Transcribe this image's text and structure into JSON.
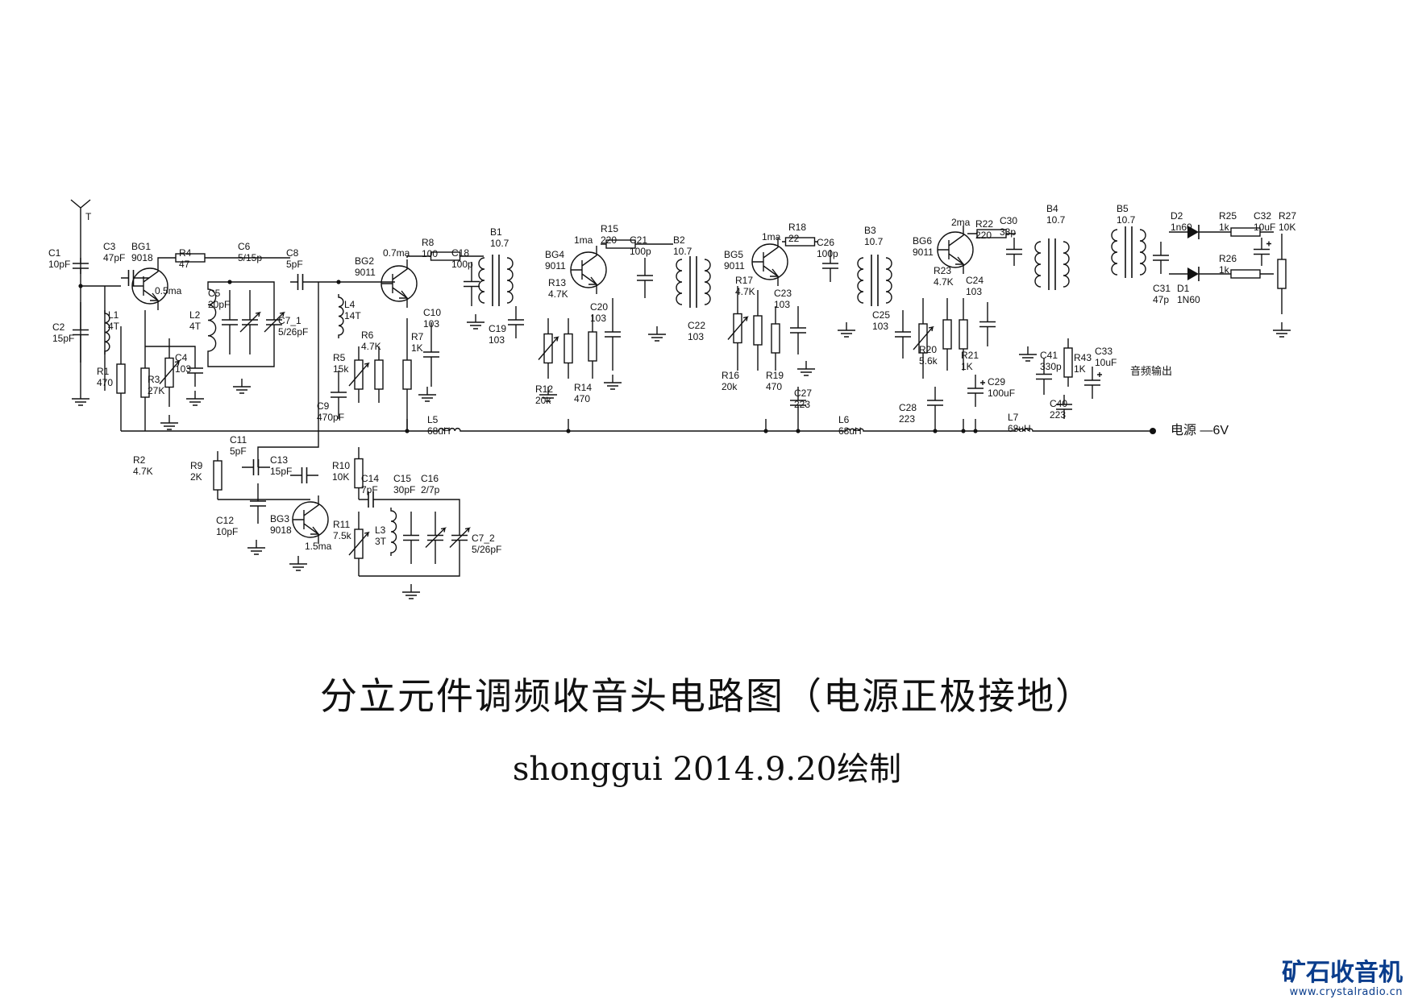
{
  "diagram": {
    "title": "分立元件调频收音头电路图（电源正极接地）",
    "subtitle": "shonggui 2014.9.20绘制",
    "antenna_label": "T",
    "power_label": "电源 —6V",
    "audio_out_label": "音频输出"
  },
  "components": [
    {
      "id": "C1",
      "value": "10pF"
    },
    {
      "id": "C2",
      "value": "15pF"
    },
    {
      "id": "C3",
      "value": "47pF"
    },
    {
      "id": "L1",
      "value": "4T"
    },
    {
      "id": "BG1",
      "value": "9018"
    },
    {
      "id": "BG1_I",
      "value": "0.5ma"
    },
    {
      "id": "R1",
      "value": "470"
    },
    {
      "id": "R2",
      "value": "4.7K"
    },
    {
      "id": "R3",
      "value": "27K"
    },
    {
      "id": "R4",
      "value": "47"
    },
    {
      "id": "C4",
      "value": "103"
    },
    {
      "id": "C5",
      "value": "20pF"
    },
    {
      "id": "L2",
      "value": "4T"
    },
    {
      "id": "C6",
      "value": "5/15p"
    },
    {
      "id": "C7_1",
      "value": "5/26pF"
    },
    {
      "id": "C8",
      "value": "5pF"
    },
    {
      "id": "BG2",
      "value": "9011"
    },
    {
      "id": "BG2_I",
      "value": "0.7ma"
    },
    {
      "id": "L4",
      "value": "14T"
    },
    {
      "id": "R5",
      "value": "15k"
    },
    {
      "id": "R6",
      "value": "4.7K"
    },
    {
      "id": "C9",
      "value": "470pF"
    },
    {
      "id": "R7",
      "value": "1K"
    },
    {
      "id": "C10",
      "value": "103"
    },
    {
      "id": "R8",
      "value": "100"
    },
    {
      "id": "C18",
      "value": "100p"
    },
    {
      "id": "B1",
      "value": "10.7"
    },
    {
      "id": "C19",
      "value": "103"
    },
    {
      "id": "R12",
      "value": "20k"
    },
    {
      "id": "BG4",
      "value": "9011"
    },
    {
      "id": "BG4_I",
      "value": "1ma"
    },
    {
      "id": "R13",
      "value": "4.7K"
    },
    {
      "id": "R14",
      "value": "470"
    },
    {
      "id": "R15",
      "value": "220"
    },
    {
      "id": "C20",
      "value": "103"
    },
    {
      "id": "C21",
      "value": "100p"
    },
    {
      "id": "B2",
      "value": "10.7"
    },
    {
      "id": "BG5",
      "value": "9011"
    },
    {
      "id": "BG5_I",
      "value": "1ma"
    },
    {
      "id": "R17",
      "value": "4.7K"
    },
    {
      "id": "R18",
      "value": "22"
    },
    {
      "id": "C22",
      "value": "103"
    },
    {
      "id": "R16",
      "value": "20k"
    },
    {
      "id": "R19",
      "value": "470"
    },
    {
      "id": "C23",
      "value": "103"
    },
    {
      "id": "C27",
      "value": "223"
    },
    {
      "id": "C26",
      "value": "100p"
    },
    {
      "id": "B3",
      "value": "10.7"
    },
    {
      "id": "BG6",
      "value": "9011"
    },
    {
      "id": "BG6_I",
      "value": "2ma"
    },
    {
      "id": "R22",
      "value": "220"
    },
    {
      "id": "R23",
      "value": "4.7K"
    },
    {
      "id": "C24",
      "value": "103"
    },
    {
      "id": "C25",
      "value": "103"
    },
    {
      "id": "R20",
      "value": "5.6k"
    },
    {
      "id": "R21",
      "value": "1K"
    },
    {
      "id": "C28",
      "value": "223"
    },
    {
      "id": "C29",
      "value": "100uF"
    },
    {
      "id": "C30",
      "value": "33p"
    },
    {
      "id": "B4",
      "value": "10.7"
    },
    {
      "id": "B5",
      "value": "10.7"
    },
    {
      "id": "C31",
      "value": "47p"
    },
    {
      "id": "C41",
      "value": "330p"
    },
    {
      "id": "R43",
      "value": "1K"
    },
    {
      "id": "C33",
      "value": "10uF"
    },
    {
      "id": "C40",
      "value": "223"
    },
    {
      "id": "D2",
      "value": "1n60"
    },
    {
      "id": "D1",
      "value": "1N60"
    },
    {
      "id": "R25",
      "value": "1k"
    },
    {
      "id": "R26",
      "value": "1k"
    },
    {
      "id": "C32",
      "value": "10uF"
    },
    {
      "id": "R27",
      "value": "10K"
    },
    {
      "id": "L5",
      "value": "68uH"
    },
    {
      "id": "L6",
      "value": "68uH"
    },
    {
      "id": "L7",
      "value": "68uH"
    },
    {
      "id": "C11",
      "value": "5pF"
    },
    {
      "id": "C12",
      "value": "10pF"
    },
    {
      "id": "C13",
      "value": "15pF"
    },
    {
      "id": "R9",
      "value": "2K"
    },
    {
      "id": "R10",
      "value": "10K"
    },
    {
      "id": "BG3",
      "value": "9018"
    },
    {
      "id": "BG3_I",
      "value": "1.5ma"
    },
    {
      "id": "R11",
      "value": "7.5k"
    },
    {
      "id": "C14",
      "value": "7pF"
    },
    {
      "id": "C15",
      "value": "30pF"
    },
    {
      "id": "C16",
      "value": "2/7p"
    },
    {
      "id": "L3",
      "value": "3T"
    },
    {
      "id": "C7_2",
      "value": "5/26pF"
    }
  ],
  "logo": {
    "text": "矿石收音机",
    "url": "www.crystalradio.cn"
  },
  "colors": {
    "ink": "#111111",
    "logo": "#0a3d8c",
    "background": "#ffffff"
  }
}
